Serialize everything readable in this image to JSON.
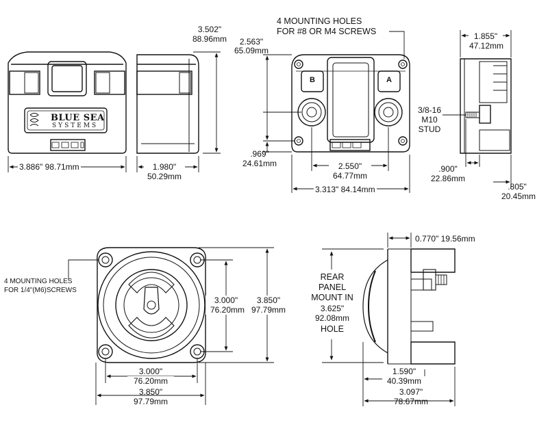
{
  "brand": {
    "line1": "BLUE SEA",
    "line2": "SYSTEMS"
  },
  "switch_labels": {
    "a": "A",
    "b": "B"
  },
  "top_front": {
    "width_in": "3.886\"",
    "width_mm": "98.71mm",
    "height_in": "3.502\"",
    "height_mm": "88.96mm"
  },
  "top_side": {
    "depth_in": "1.980\"",
    "depth_mm": "50.29mm"
  },
  "top_plan": {
    "holes_note_line1": "4 MOUNTING HOLES",
    "holes_note_line2": "FOR #8 OR M4 SCREWS",
    "height_in": "2.563\"",
    "height_mm": "65.09mm",
    "offset_in": ".969\"",
    "offset_mm": "24.61mm",
    "stud_spacing_in": "2.550\"",
    "stud_spacing_mm": "64.77mm",
    "width_in": "3.313\"",
    "width_mm": "84.14mm"
  },
  "top_right": {
    "depth_in": "1.855\"",
    "depth_mm": "47.12mm",
    "stud_line1": "3/8-16",
    "stud_line2": "M10",
    "stud_line3": "STUD",
    "stud_height_in": ".900\"",
    "stud_height_mm": "22.86mm",
    "base_in": ".805\"",
    "base_mm": "20.45mm"
  },
  "bottom_front": {
    "holes_note_line1": "4 MOUNTING HOLES",
    "holes_note_line2": "FOR 1/4\"(M6)SCREWS",
    "inner_v_in": "3.000\"",
    "inner_v_mm": "76.20mm",
    "outer_v_in": "3.850\"",
    "outer_v_mm": "97.79mm",
    "inner_h_in": "3.000\"",
    "inner_h_mm": "76.20mm",
    "outer_h_in": "3.850\"",
    "outer_h_mm": "97.79mm"
  },
  "bottom_side": {
    "top_dim": "0.770\"  19.56mm",
    "panel_line1": "REAR",
    "panel_line2": "PANEL",
    "panel_line3": "MOUNT IN",
    "panel_line4": "3.625\"",
    "panel_line5": "92.08mm",
    "panel_line6": "HOLE",
    "depth1_in": "1.590\"",
    "depth1_mm": "40.39mm",
    "depth2_in": "3.097\"",
    "depth2_mm": "78.67mm"
  }
}
